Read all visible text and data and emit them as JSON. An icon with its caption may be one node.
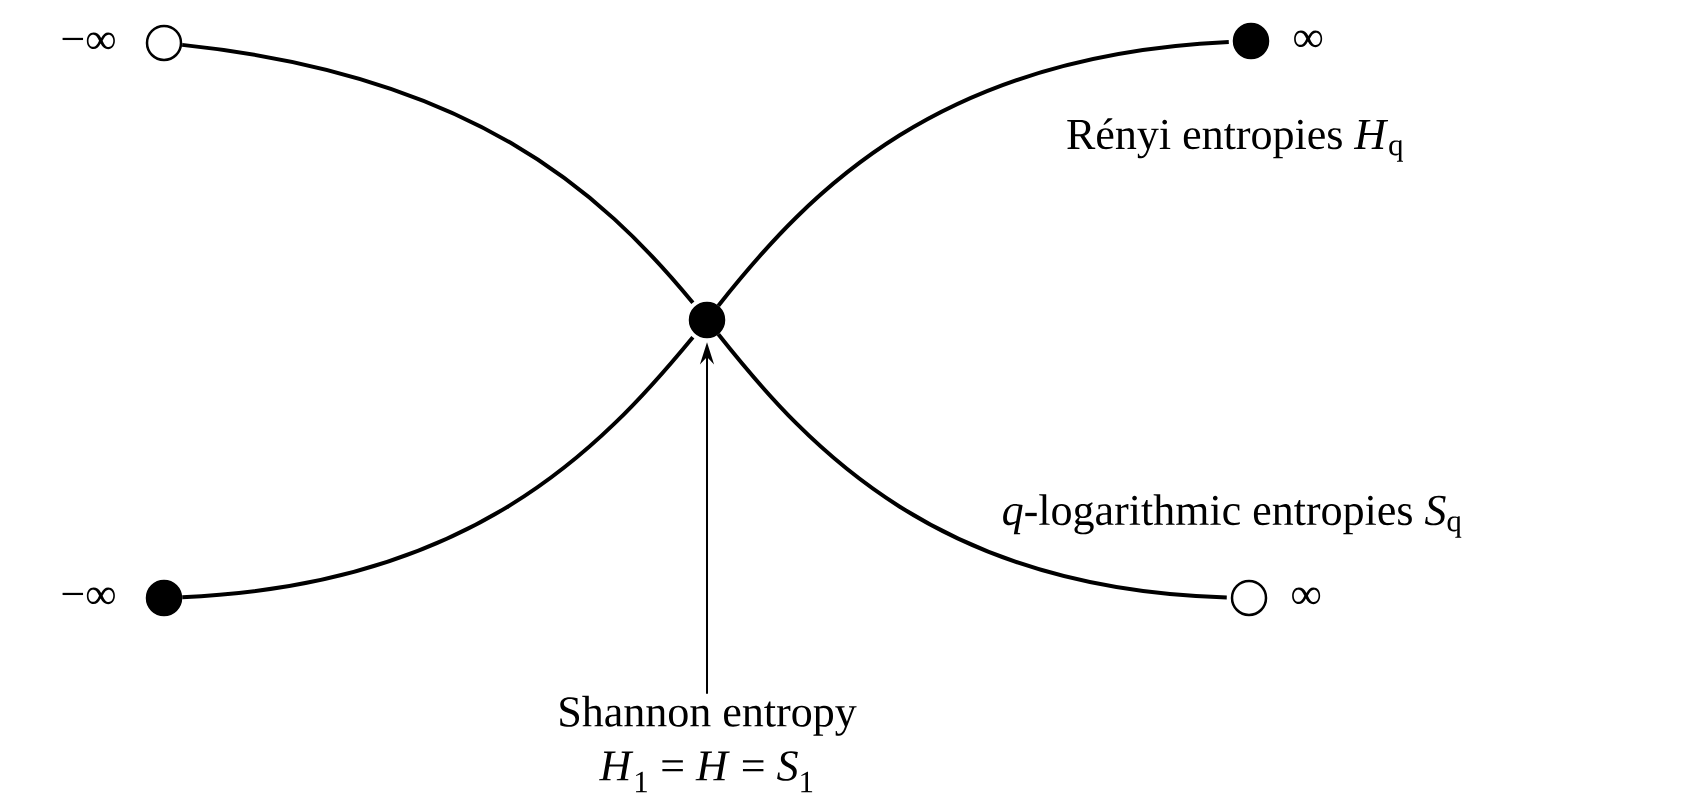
{
  "diagram": {
    "nodes": [
      {
        "text": [],
        "shape": "circle",
        "beside": [
          "−∞"
        ]
      },
      {
        "text": [],
        "shape": "circle",
        "beside": [
          "∞"
        ]
      },
      {
        "text": [],
        "shape": "circle"
      },
      {
        "text": [],
        "shape": "circle",
        "beside": [
          "−∞"
        ]
      },
      {
        "text": [],
        "shape": "circle",
        "beside": [
          "∞"
        ]
      },
      {
        "text": [
          "Shannon entropy",
          "*H*$_{1}$ = *H* = *S*$_{1}$"
        ]
      }
    ],
    "edges": [
      {
        "from": 0,
        "to": 2,
        "arrow": "none"
      },
      {
        "from": 2,
        "to": 4,
        "arrow": "none"
      },
      {
        "from": 3,
        "to": 2,
        "arrow": "none"
      },
      {
        "from": 2,
        "to": 1,
        "arrow": "none"
      },
      {
        "from": 5,
        "to": 2,
        "arrow": "to"
      }
    ],
    "labels": [
      "Rényi entropies *H*$_{q}$",
      "*q*-logarithmic entropies *S*$_{q}$"
    ]
  }
}
